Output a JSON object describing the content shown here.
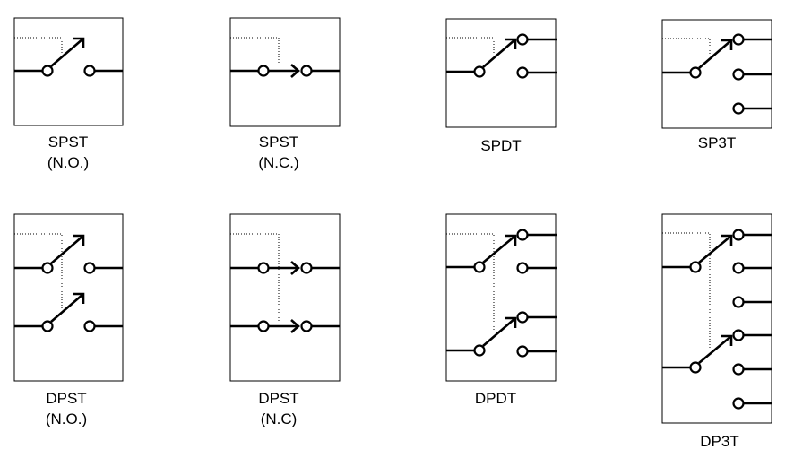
{
  "symbols": [
    {
      "id": "spst-no",
      "label": "SPST",
      "sublabel": "(N.O.)",
      "poles": 1,
      "throws": 1,
      "state": "open"
    },
    {
      "id": "spst-nc",
      "label": "SPST",
      "sublabel": "(N.C.)",
      "poles": 1,
      "throws": 1,
      "state": "closed"
    },
    {
      "id": "spdt",
      "label": "SPDT",
      "sublabel": "",
      "poles": 1,
      "throws": 2,
      "state": "throw"
    },
    {
      "id": "sp3t",
      "label": "SP3T",
      "sublabel": "",
      "poles": 1,
      "throws": 3,
      "state": "throw"
    },
    {
      "id": "dpst-no",
      "label": "DPST",
      "sublabel": "(N.O.)",
      "poles": 2,
      "throws": 1,
      "state": "open"
    },
    {
      "id": "dpst-nc",
      "label": "DPST",
      "sublabel": "(N.C)",
      "poles": 2,
      "throws": 1,
      "state": "closed"
    },
    {
      "id": "dpdt",
      "label": "DPDT",
      "sublabel": "",
      "poles": 2,
      "throws": 2,
      "state": "throw"
    },
    {
      "id": "dp3t",
      "label": "DP3T",
      "sublabel": "",
      "poles": 2,
      "throws": 3,
      "state": "throw"
    }
  ]
}
